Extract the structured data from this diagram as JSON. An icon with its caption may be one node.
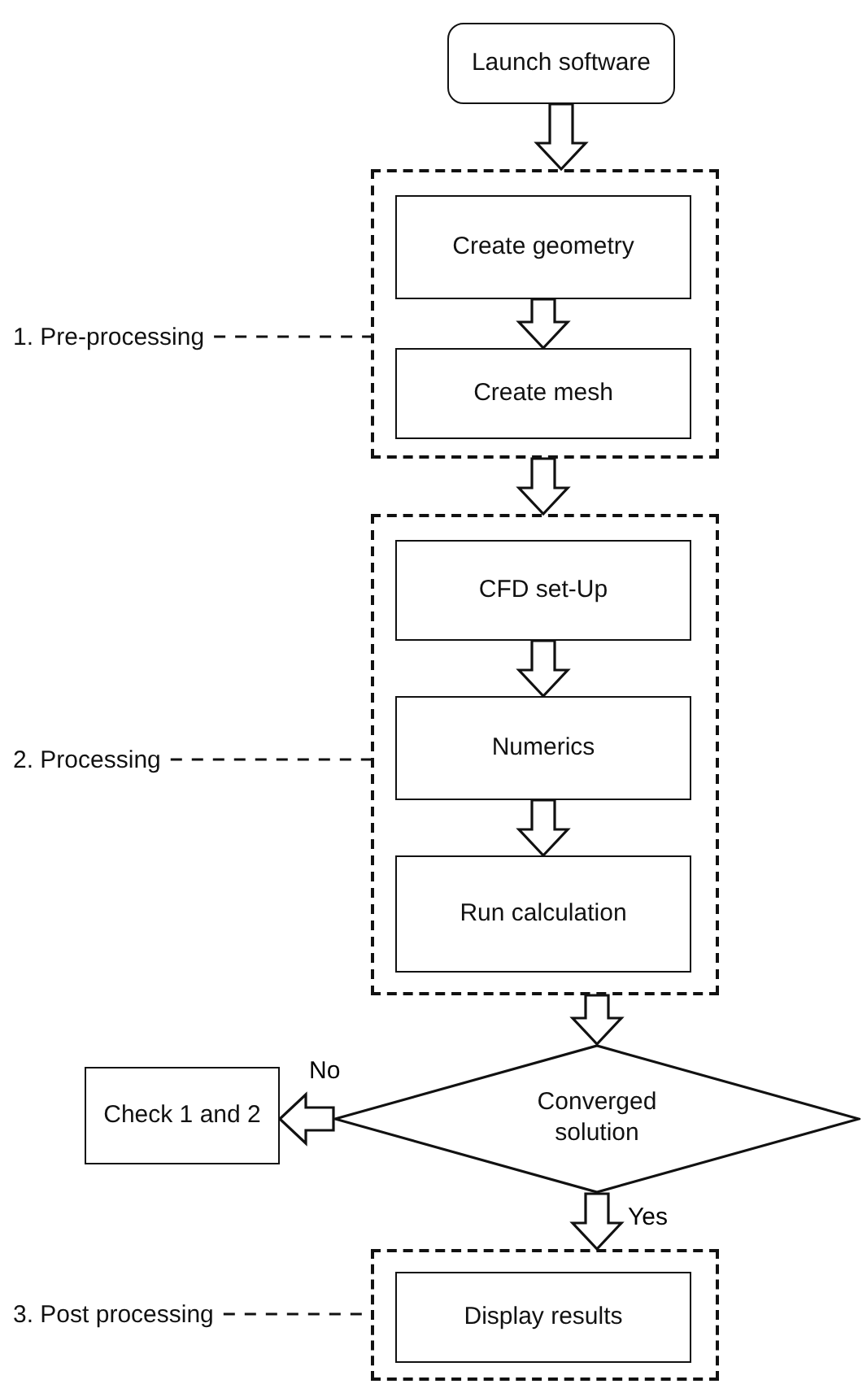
{
  "diagram": {
    "nodes": [
      {
        "text": [
          "Launch software"
        ]
      },
      {
        "text": [],
        "shape": "box"
      },
      {
        "text": [
          "Create geometry"
        ],
        "in": 1
      },
      {
        "text": [
          "Create mesh"
        ],
        "in": 1
      },
      {
        "text": [],
        "shape": "box"
      },
      {
        "text": [
          "CFD set-Up"
        ],
        "in": 4
      },
      {
        "text": [
          "Numerics"
        ],
        "in": 4
      },
      {
        "text": [
          "Run calculation"
        ],
        "in": 4
      },
      {
        "text": [
          "Converged solution"
        ]
      },
      {
        "text": [
          "Check 1 and 2"
        ]
      },
      {
        "text": [],
        "shape": "box"
      },
      {
        "text": [
          "Display results"
        ],
        "in": 10
      },
      {
        "text": [
          "1. Pre-processing"
        ]
      },
      {
        "text": [
          "2. Processing"
        ]
      },
      {
        "text": [
          "3. Post processing"
        ]
      }
    ],
    "edges": [
      {
        "from": 0,
        "to": 1,
        "arrow": "to"
      },
      {
        "from": 2,
        "to": 3,
        "arrow": "to"
      },
      {
        "from": 1,
        "to": 4,
        "arrow": "to"
      },
      {
        "from": 5,
        "to": 6,
        "arrow": "to"
      },
      {
        "from": 6,
        "to": 7,
        "arrow": "to"
      },
      {
        "from": 4,
        "to": 8,
        "arrow": "to"
      },
      {
        "from": 8,
        "to": 9,
        "arrow": "to",
        "label": "No"
      },
      {
        "from": 8,
        "to": 10,
        "arrow": "to",
        "label": "Yes"
      },
      {
        "from": 12,
        "to": 1,
        "arrow": "none",
        "style": "dashed"
      },
      {
        "from": 13,
        "to": 4,
        "arrow": "none",
        "style": "dashed"
      },
      {
        "from": 14,
        "to": 10,
        "arrow": "none",
        "style": "dashed"
      }
    ]
  }
}
